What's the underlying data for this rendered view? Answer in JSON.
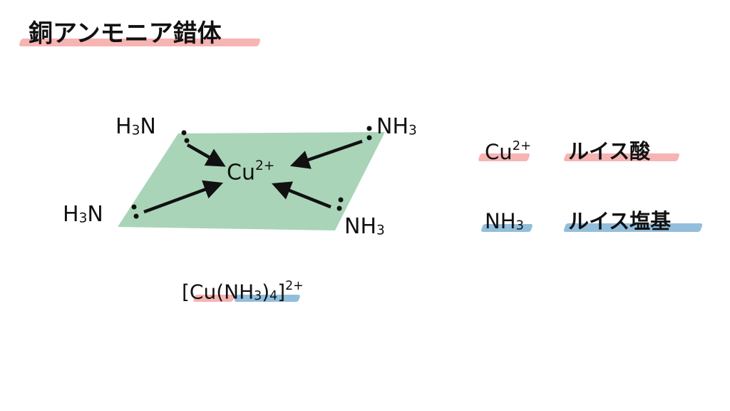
{
  "title": "銅アンモニア錯体",
  "colors": {
    "plane": "#a9d4b8",
    "acid_highlight": "#f4a7a6",
    "base_highlight": "#7fb3d6",
    "ink": "#111111"
  },
  "center": {
    "symbol": "Cu",
    "charge": "2+"
  },
  "ligands": {
    "top_left": {
      "a": "H",
      "sub": "3",
      "b": "N"
    },
    "top_right": {
      "a": "NH",
      "sub": "3"
    },
    "bottom_left": {
      "a": "H",
      "sub": "3",
      "b": "N"
    },
    "bottom_right": {
      "a": "NH",
      "sub": "3"
    }
  },
  "formula": {
    "open": "[Cu(NH",
    "sub1": "3",
    "close_paren": ")",
    "sub2": "4",
    "close_bracket": "]",
    "charge": "2+"
  },
  "legend": {
    "acid": {
      "species": "Cu",
      "charge": "2+",
      "label": "ルイス酸"
    },
    "base": {
      "species": "NH",
      "sub": "3",
      "label": "ルイス塩基"
    }
  }
}
